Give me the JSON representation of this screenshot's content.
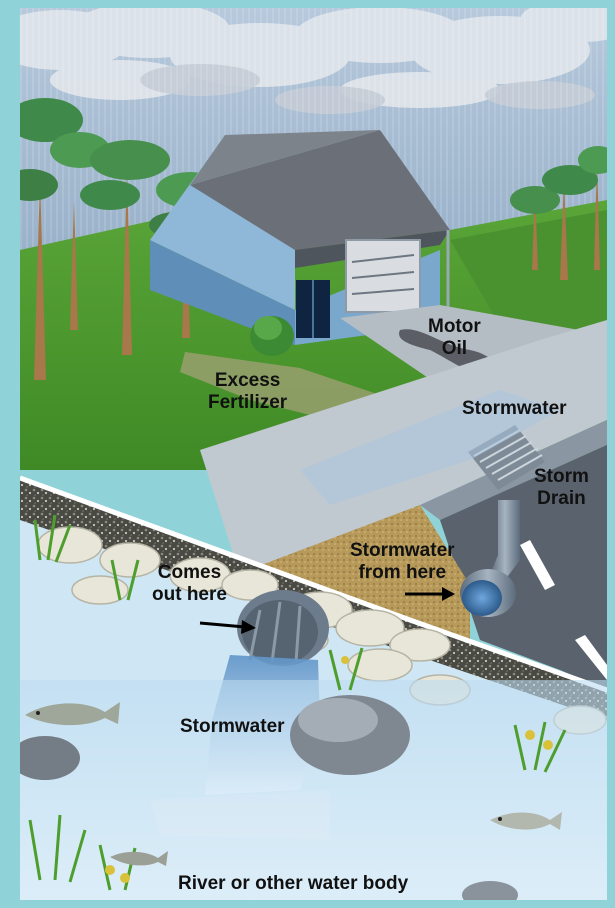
{
  "labels": {
    "motor_oil_1": "Motor",
    "motor_oil_2": "Oil",
    "excess_fertilizer_1": "Excess",
    "excess_fertilizer_2": "Fertilizer",
    "stormwater_street": "Stormwater",
    "storm_drain_1": "Storm",
    "storm_drain_2": "Drain",
    "stormwater_from_1": "Stormwater",
    "stormwater_from_2": "from here",
    "comes_out_1": "Comes",
    "comes_out_2": "out here",
    "stormwater_outfall": "Stormwater",
    "river": "River or other water body"
  },
  "colors": {
    "border": "#8fd3d9",
    "sky": "#9db9d3",
    "grass": "#4e9a2e",
    "house": "#6f9ec2",
    "roof": "#6a6f78",
    "road": "#5c6670",
    "sidewalk": "#a7b0b8",
    "water": "#cfe6f4",
    "pipe": "#7a8a9a"
  }
}
